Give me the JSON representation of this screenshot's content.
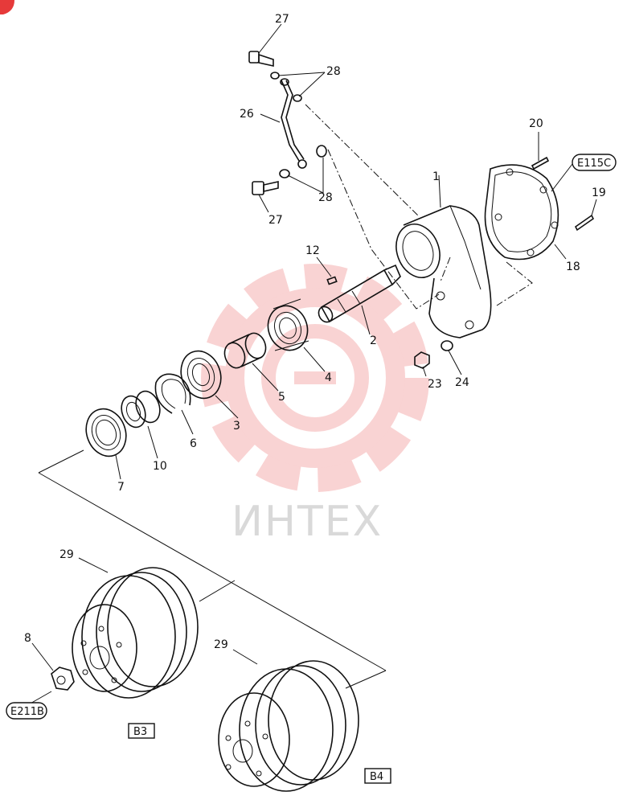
{
  "watermark": {
    "text": "ИНТЕХ",
    "color": "#e63a3a"
  },
  "parts": [
    {
      "key": "p1",
      "label": "1"
    },
    {
      "key": "p2",
      "label": "2"
    },
    {
      "key": "p3",
      "label": "3"
    },
    {
      "key": "p4",
      "label": "4"
    },
    {
      "key": "p5",
      "label": "5"
    },
    {
      "key": "p6",
      "label": "6"
    },
    {
      "key": "p7",
      "label": "7"
    },
    {
      "key": "p8",
      "label": "8"
    },
    {
      "key": "p10",
      "label": "10"
    },
    {
      "key": "p12",
      "label": "12"
    },
    {
      "key": "p18",
      "label": "18"
    },
    {
      "key": "p19",
      "label": "19"
    },
    {
      "key": "p20",
      "label": "20"
    },
    {
      "key": "p23",
      "label": "23"
    },
    {
      "key": "p24",
      "label": "24"
    },
    {
      "key": "p26",
      "label": "26"
    },
    {
      "key": "p27a",
      "label": "27"
    },
    {
      "key": "p27b",
      "label": "27"
    },
    {
      "key": "p28a",
      "label": "28"
    },
    {
      "key": "p28b",
      "label": "28"
    },
    {
      "key": "p29a",
      "label": "29"
    },
    {
      "key": "p29b",
      "label": "29"
    }
  ],
  "refs": {
    "e115c": "E115C",
    "e211b": "E211B"
  },
  "boxes": {
    "b3": "B3",
    "b4": "B4"
  }
}
